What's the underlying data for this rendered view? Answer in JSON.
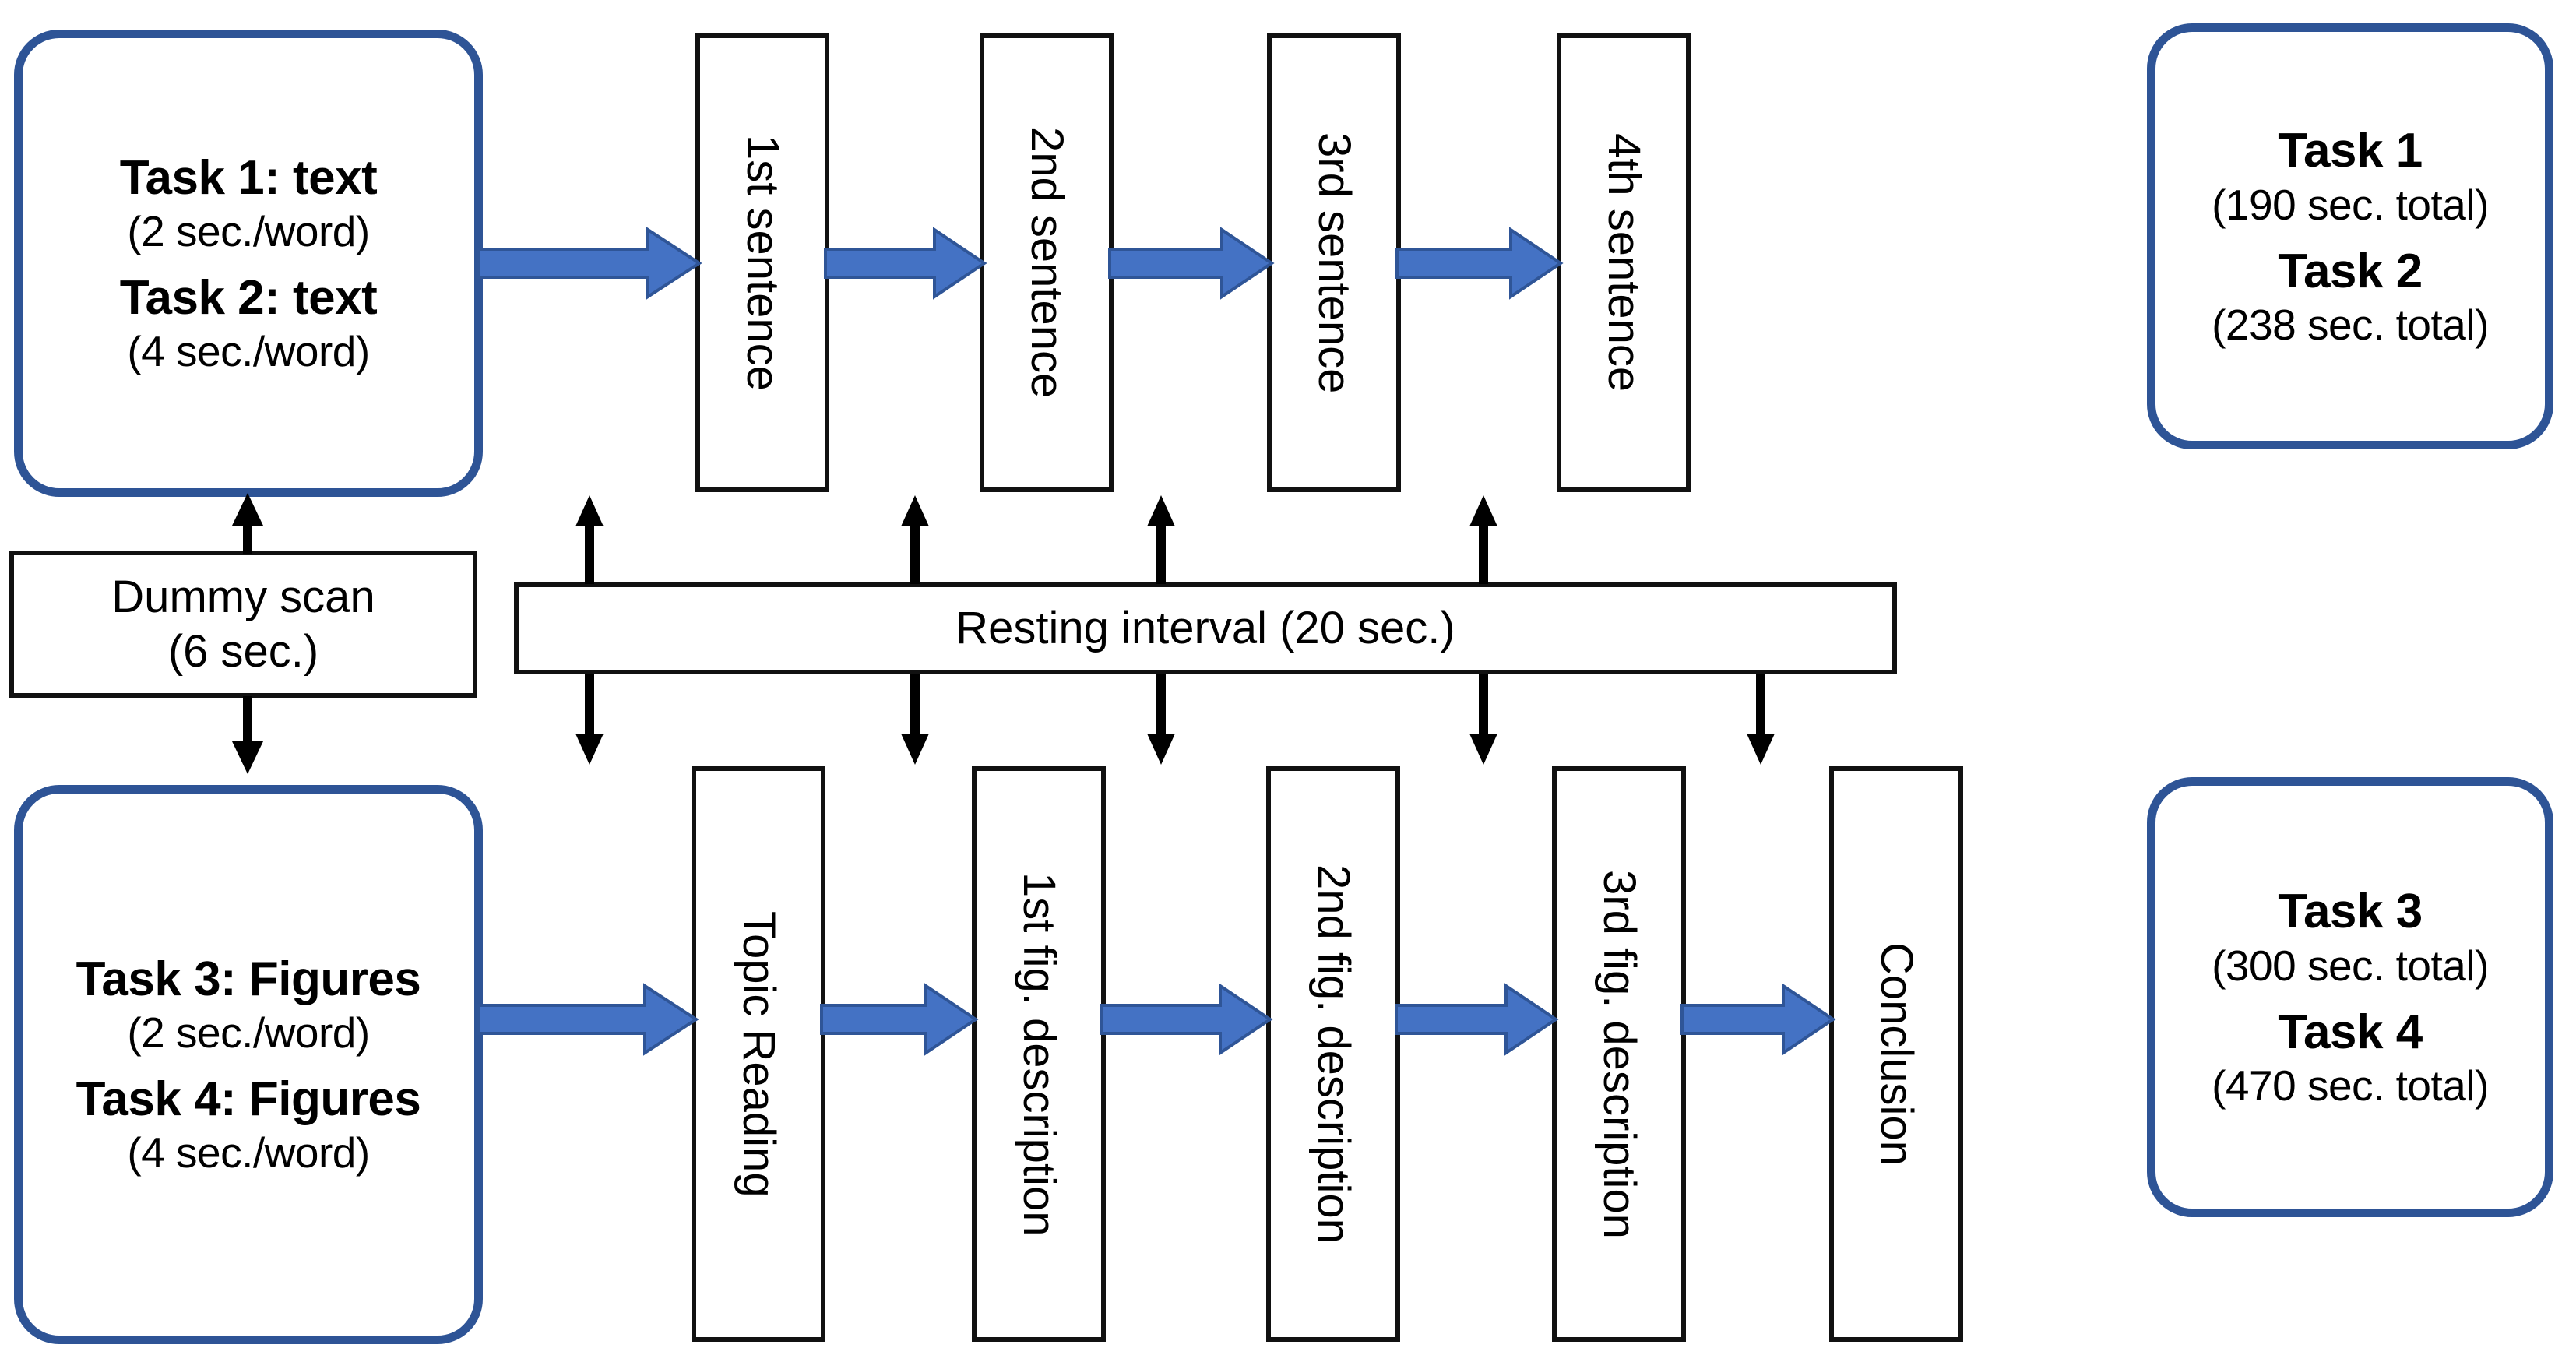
{
  "diagram": {
    "title": "fMRI task paradigm timeline",
    "colors": {
      "round_box_border": "#2E5496",
      "blue_arrow_fill": "#4472C4",
      "blue_arrow_stroke": "#2F5597",
      "rect_border": "#111111",
      "background": "#FFFFFF",
      "text": "#000000"
    }
  },
  "text_condition_box": {
    "task_a_label": "Task 1: text",
    "task_a_rate": "(2 sec./word)",
    "task_b_label": "Task 2: text",
    "task_b_rate": "(4 sec./word)"
  },
  "figures_condition_box": {
    "task_a_label": "Task 3: Figures",
    "task_a_rate": "(2 sec./word)",
    "task_b_label": "Task 4: Figures",
    "task_b_rate": "(4 sec./word)"
  },
  "dummy_scan": {
    "label": "Dummy scan",
    "duration": "(6 sec.)"
  },
  "resting_interval": {
    "label": "Resting interval (20 sec.)"
  },
  "text_sequence": {
    "steps": [
      {
        "label": "1st sentence"
      },
      {
        "label": "2nd sentence"
      },
      {
        "label": "3rd sentence"
      },
      {
        "label": "4th sentence"
      }
    ]
  },
  "figure_sequence": {
    "steps": [
      {
        "label": "Topic Reading"
      },
      {
        "label": "1st fig. description"
      },
      {
        "label": "2nd fig. description"
      },
      {
        "label": "3rd fig. description"
      },
      {
        "label": "Conclusion"
      }
    ]
  },
  "text_totals_box": {
    "task_a_label": "Task 1",
    "task_a_total": "(190 sec. total)",
    "task_b_label": "Task 2",
    "task_b_total": "(238 sec. total)"
  },
  "figures_totals_box": {
    "task_a_label": "Task 3",
    "task_a_total": "(300 sec. total)",
    "task_b_label": "Task 4",
    "task_b_total": "(470 sec. total)"
  }
}
